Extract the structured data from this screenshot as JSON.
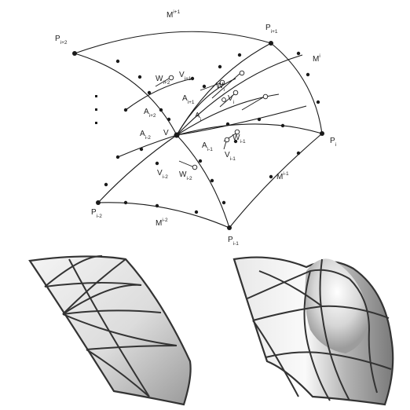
{
  "labels": {
    "M_top": {
      "base": "M",
      "sup": "i+1"
    },
    "M_right": {
      "base": "M",
      "sup": "i"
    },
    "M_botright": {
      "base": "M",
      "sup": "i-1"
    },
    "M_bottom": {
      "base": "M",
      "sup": "i-2"
    },
    "P_i2": {
      "base": "P",
      "sub": "i+2"
    },
    "P_i1": {
      "base": "P",
      "sub": "i+1"
    },
    "P_i": {
      "base": "P",
      "sub": "i"
    },
    "P_im1": {
      "base": "P",
      "sub": "i-1"
    },
    "P_im2": {
      "base": "P",
      "sub": "i-2"
    },
    "V": {
      "base": "V"
    },
    "A_i2": {
      "base": "A",
      "sub": "i+2"
    },
    "A_i1": {
      "base": "A",
      "sub": "i+1"
    },
    "A_i": {
      "base": "A",
      "sub": "i"
    },
    "A_im1": {
      "base": "A",
      "sub": "i-1"
    },
    "A_im2": {
      "base": "A",
      "sub": "i-2"
    },
    "W_i2": {
      "base": "W",
      "sub": "i+2"
    },
    "W_i": {
      "base": "W",
      "sub": "i"
    },
    "W_im1": {
      "base": "W",
      "sub": "i-1"
    },
    "W_im2": {
      "base": "W",
      "sub": "i-2"
    },
    "V_i1": {
      "base": "V",
      "sub": "i+1"
    },
    "V_i": {
      "base": "V",
      "sub": "i"
    },
    "V_im1": {
      "base": "V",
      "sub": "i-1"
    },
    "V_im2": {
      "base": "V",
      "sub": "i-2"
    }
  },
  "colors": {
    "ink": "#1a1a1a",
    "surface_light": "#ececec",
    "surface_mid": "#c8c8c8",
    "surface_dark": "#8a8a8a"
  }
}
